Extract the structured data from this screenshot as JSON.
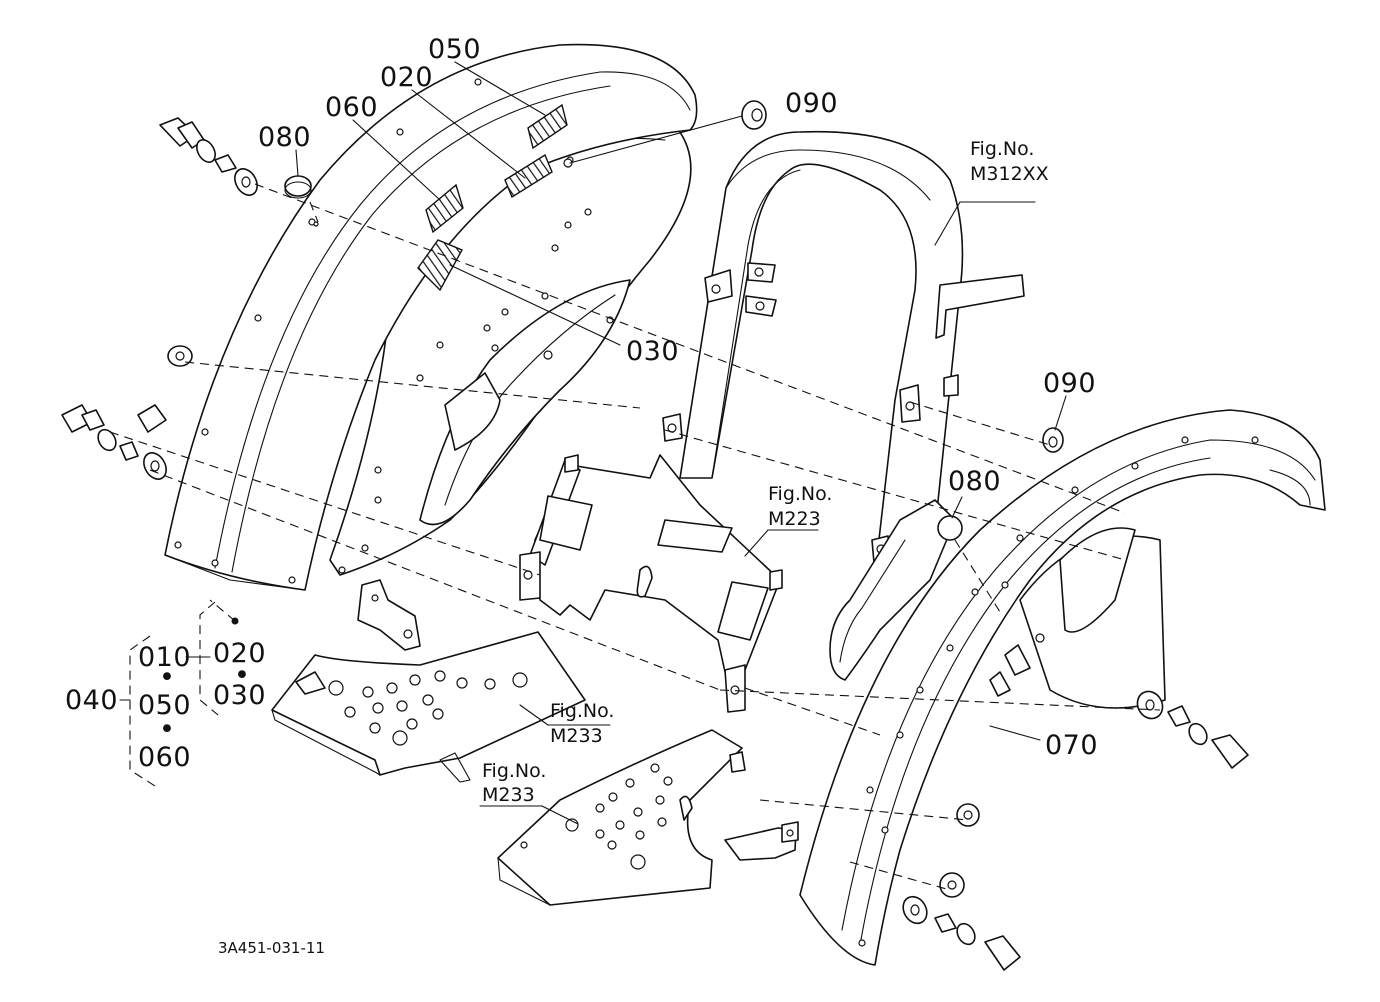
{
  "callouts": {
    "p050_top": "050",
    "p020_top": "020",
    "p060_top": "060",
    "p080_left": "080",
    "p090_top": "090",
    "p030_mid": "030",
    "p090_right": "090",
    "p080_right": "080",
    "p070": "070"
  },
  "fig_refs": {
    "m312xx_line1": "Fig.No.",
    "m312xx_line2": "M312XX",
    "m223_line1": "Fig.No.",
    "m223_line2": "M223",
    "m233a_line1": "Fig.No.",
    "m233a_line2": "M233",
    "m233b_line1": "Fig.No.",
    "m233b_line2": "M233"
  },
  "assembly": {
    "p010": "010",
    "p020": "020",
    "p030": "030",
    "p040": "040",
    "p050": "050",
    "p060": "060",
    "sep": "•"
  },
  "drawing_code": "3A451-031-11"
}
